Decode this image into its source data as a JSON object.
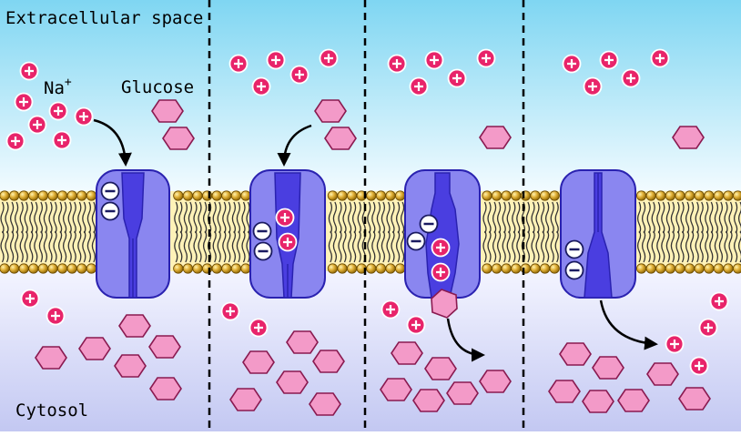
{
  "labels": {
    "extracellular": "Extracellular space",
    "sodium": "Na",
    "sodium_charge": "+",
    "glucose": "Glucose",
    "cytosol": "Cytosol"
  },
  "colors": {
    "extracellular_top": "#7fd6f2",
    "extracellular_bottom": "#f2fbff",
    "cytosol_top": "#eef0ff",
    "cytosol_bottom": "#c3c8f2",
    "membrane_core": "#fff2b8",
    "lipid_head": "#c8960c",
    "transporter": "#8a86f0",
    "transporter_channel": "#4a3ee0",
    "transporter_outline": "#2a22b0",
    "sodium_ion": "#e8246a",
    "glucose": "#f39ac8",
    "glucose_outline": "#8a1a50",
    "divider": "#000000"
  },
  "icons": {
    "sodium_ion": "plus-circle-icon",
    "binding_site": "minus-circle-icon",
    "glucose": "hexagon-icon",
    "movement": "curved-arrow-icon"
  }
}
